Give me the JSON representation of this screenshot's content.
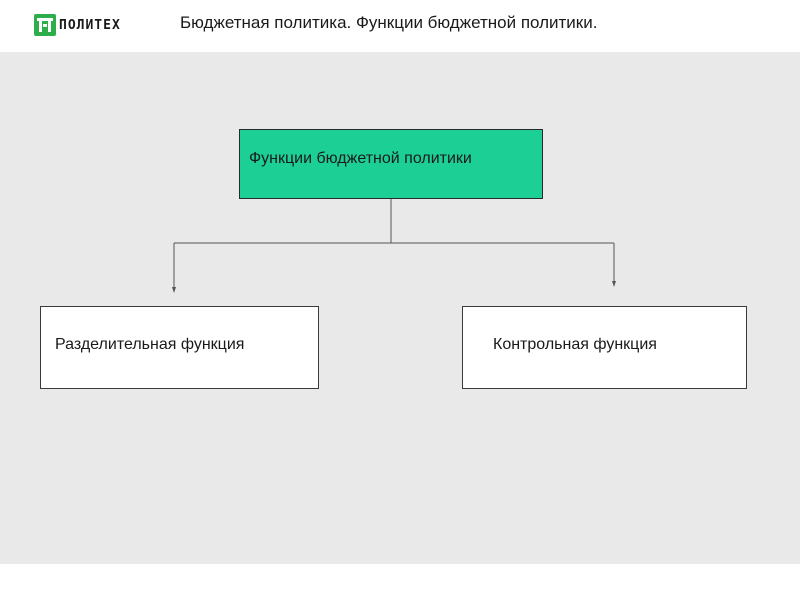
{
  "header": {
    "logo_text": "ПОЛИТЕХ",
    "logo_icon": "politeh-logo-icon",
    "title": "Бюджетная политика. Функции бюджетной политики."
  },
  "diagram": {
    "root": {
      "label": "Функции бюджетной политики"
    },
    "children": [
      {
        "label": "Разделительная функция"
      },
      {
        "label": "Контрольная функция"
      }
    ]
  },
  "colors": {
    "root_fill": "#1ccf95",
    "panel_bg": "#e9e9e9",
    "logo_green": "#2eae4a"
  }
}
